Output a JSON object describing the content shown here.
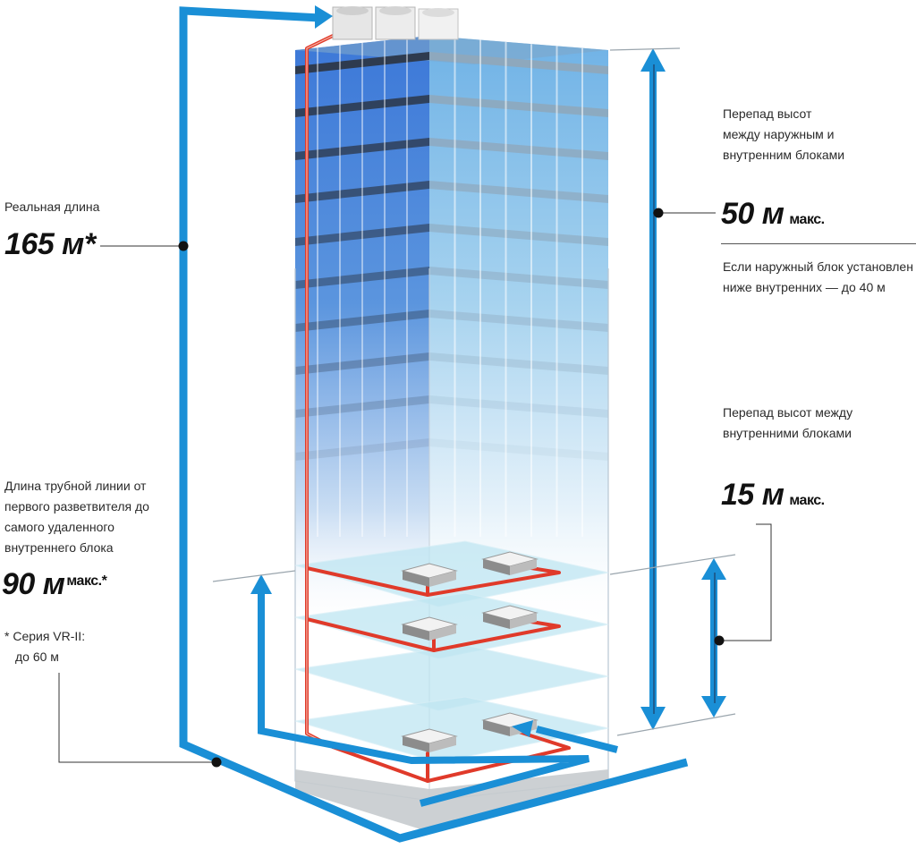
{
  "left": {
    "real_length_label": "Реальная длина",
    "real_length_value": "165 м*",
    "branch_label_lines": [
      "Длина трубной линии от",
      "первого разветвителя до",
      "самого удаленного",
      "внутреннего блока"
    ],
    "branch_value": "90 м",
    "branch_unit": "макс.*",
    "footnote_lines": [
      "* Серия VR-II:",
      "до 60 м"
    ]
  },
  "right": {
    "outdoor_diff_label_lines": [
      "Перепад высот",
      "между наружным и",
      "внутренним блоками"
    ],
    "outdoor_diff_value": "50 м",
    "outdoor_diff_unit": "макс.",
    "outdoor_below_lines": [
      "Если наружный блок установлен",
      "ниже внутренних — до 40 м"
    ],
    "indoor_diff_label_lines": [
      "Перепад высот между",
      "внутренними блоками"
    ],
    "indoor_diff_value": "15 м",
    "indoor_diff_unit": "макс."
  },
  "colors": {
    "pipe_blue": "#1a8fd6",
    "pipe_red": "#e03a2a",
    "glass_blue": "#3e80d8",
    "floor_cyan": "#bfe6f2"
  }
}
